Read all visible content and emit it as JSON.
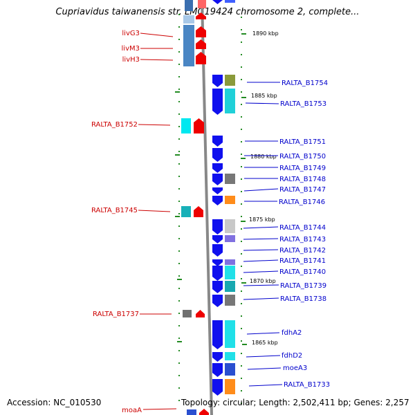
{
  "title": "Cupriavidus taiwanensis str. LMG19424 chromosome 2, complete...",
  "footer": {
    "accession": "Accession: NC_010530",
    "topology": "Topology: circular; Length: 2,502,411 bp; Genes: 2,257"
  },
  "colors": {
    "left_label": "#cc0000",
    "right_label": "#0000cc",
    "forward_gene": "#ff0000",
    "reverse_gene": "#0000ee"
  },
  "ruler": [
    "1890 kbp",
    "1885 kbp",
    "1880 kbp",
    "1875 kbp",
    "1870 kbp",
    "1865 kbp"
  ],
  "left_genes": [
    "livG3",
    "livM3",
    "livH3",
    "RALTA_B1752",
    "RALTA_B1745",
    "RALTA_B1737",
    "moaA"
  ],
  "right_genes": [
    "RALTA_B1754",
    "RALTA_B1753",
    "RALTA_B1751",
    "RALTA_B1750",
    "RALTA_B1749",
    "RALTA_B1748",
    "RALTA_B1747",
    "RALTA_B1746",
    "RALTA_B1744",
    "RALTA_B1743",
    "RALTA_B1742",
    "RALTA_B1741",
    "RALTA_B1740",
    "RALTA_B1739",
    "RALTA_B1738",
    "fdhA2",
    "fdhD2",
    "moeA3",
    "RALTA_B1733"
  ]
}
